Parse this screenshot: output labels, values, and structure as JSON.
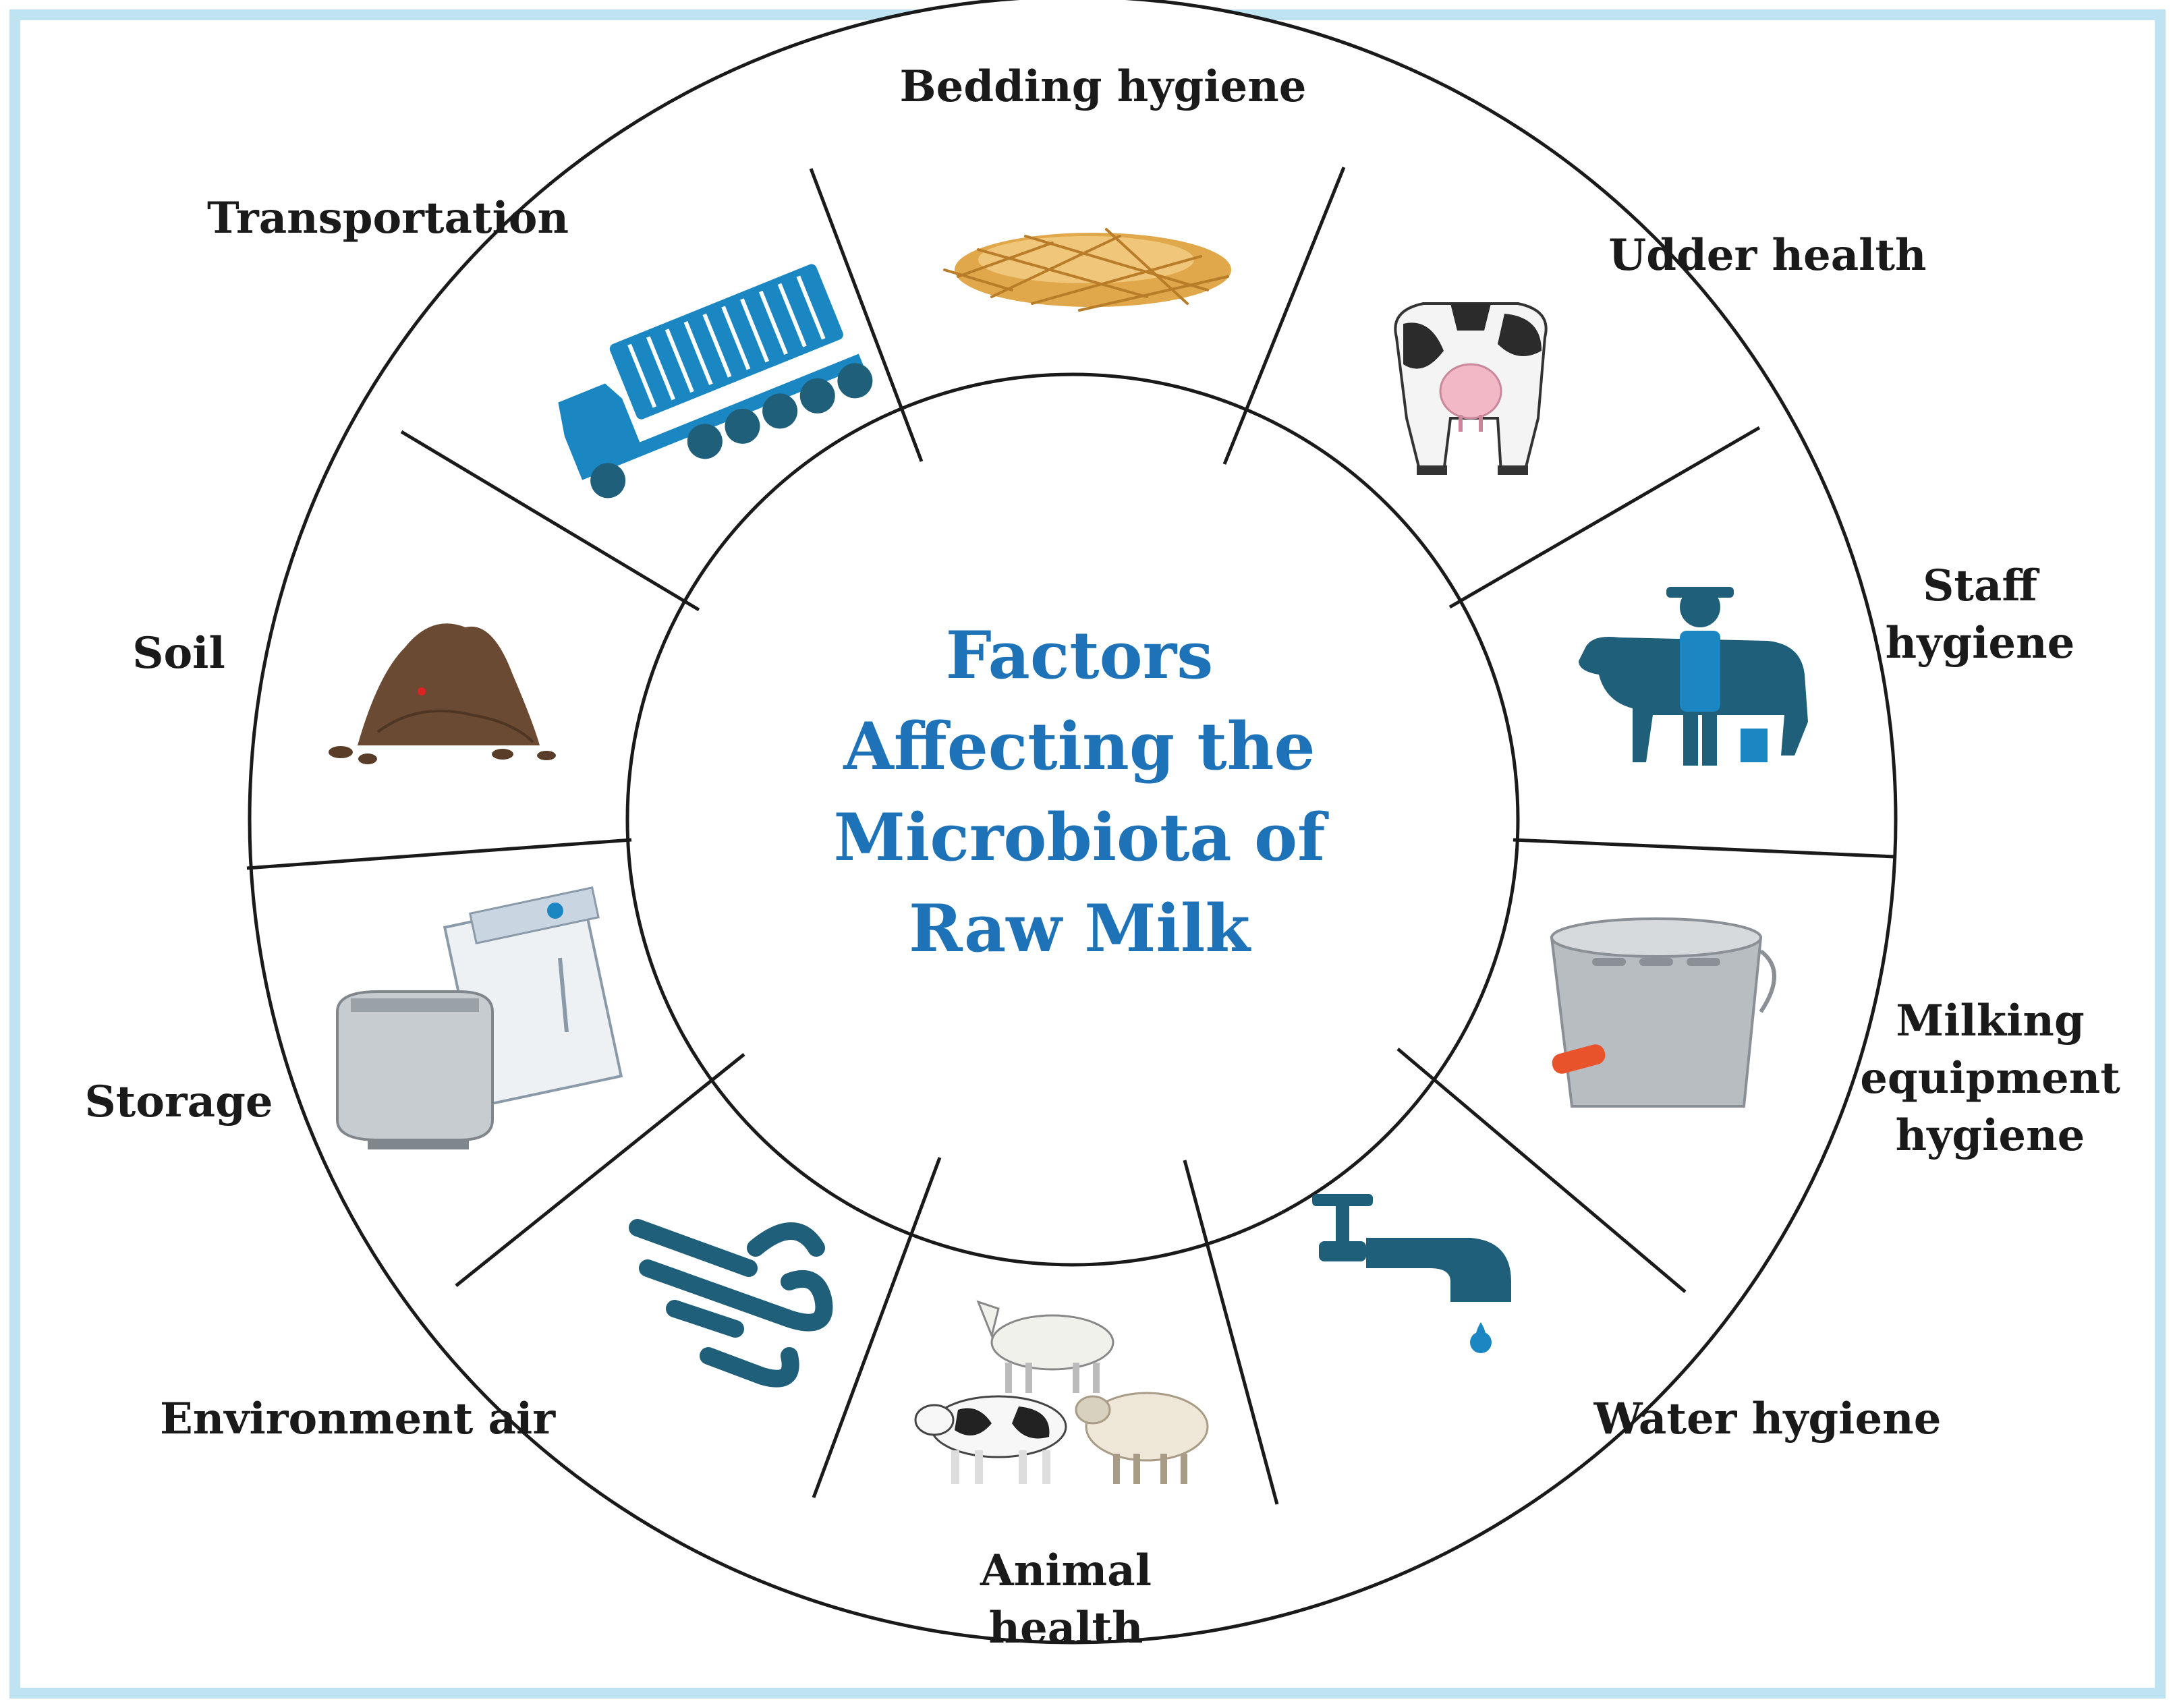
{
  "diagram": {
    "center_title_lines": [
      "Factors",
      "Affecting the",
      "Microbiota of",
      "Raw Milk"
    ],
    "factors": [
      {
        "label_lines": [
          "Bedding hygiene"
        ],
        "icon": "straw-bedding-icon"
      },
      {
        "label_lines": [
          "Udder health"
        ],
        "icon": "cow-udder-icon"
      },
      {
        "label_lines": [
          "Staff",
          "hygiene"
        ],
        "icon": "farmer-with-cow-icon"
      },
      {
        "label_lines": [
          "Milking",
          "equipment",
          "hygiene"
        ],
        "icon": "milk-bucket-icon"
      },
      {
        "label_lines": [
          "Water hygiene"
        ],
        "icon": "water-tap-icon"
      },
      {
        "label_lines": [
          "Animal",
          "health"
        ],
        "icon": "goat-cow-sheep-icon"
      },
      {
        "label_lines": [
          "Environment air"
        ],
        "icon": "wind-icon"
      },
      {
        "label_lines": [
          "Storage"
        ],
        "icon": "storage-tanks-icon"
      },
      {
        "label_lines": [
          "Soil"
        ],
        "icon": "soil-pile-icon"
      },
      {
        "label_lines": [
          "Transportation"
        ],
        "icon": "truck-icon"
      }
    ]
  },
  "colors": {
    "frame_border": "#bfe3f0",
    "title": "#1e73b8",
    "outline": "#1a1a1a",
    "icon_teal": "#1f5f7a",
    "icon_blue": "#1a86c2",
    "straw": "#e0a84a",
    "soil": "#6b4a33"
  }
}
